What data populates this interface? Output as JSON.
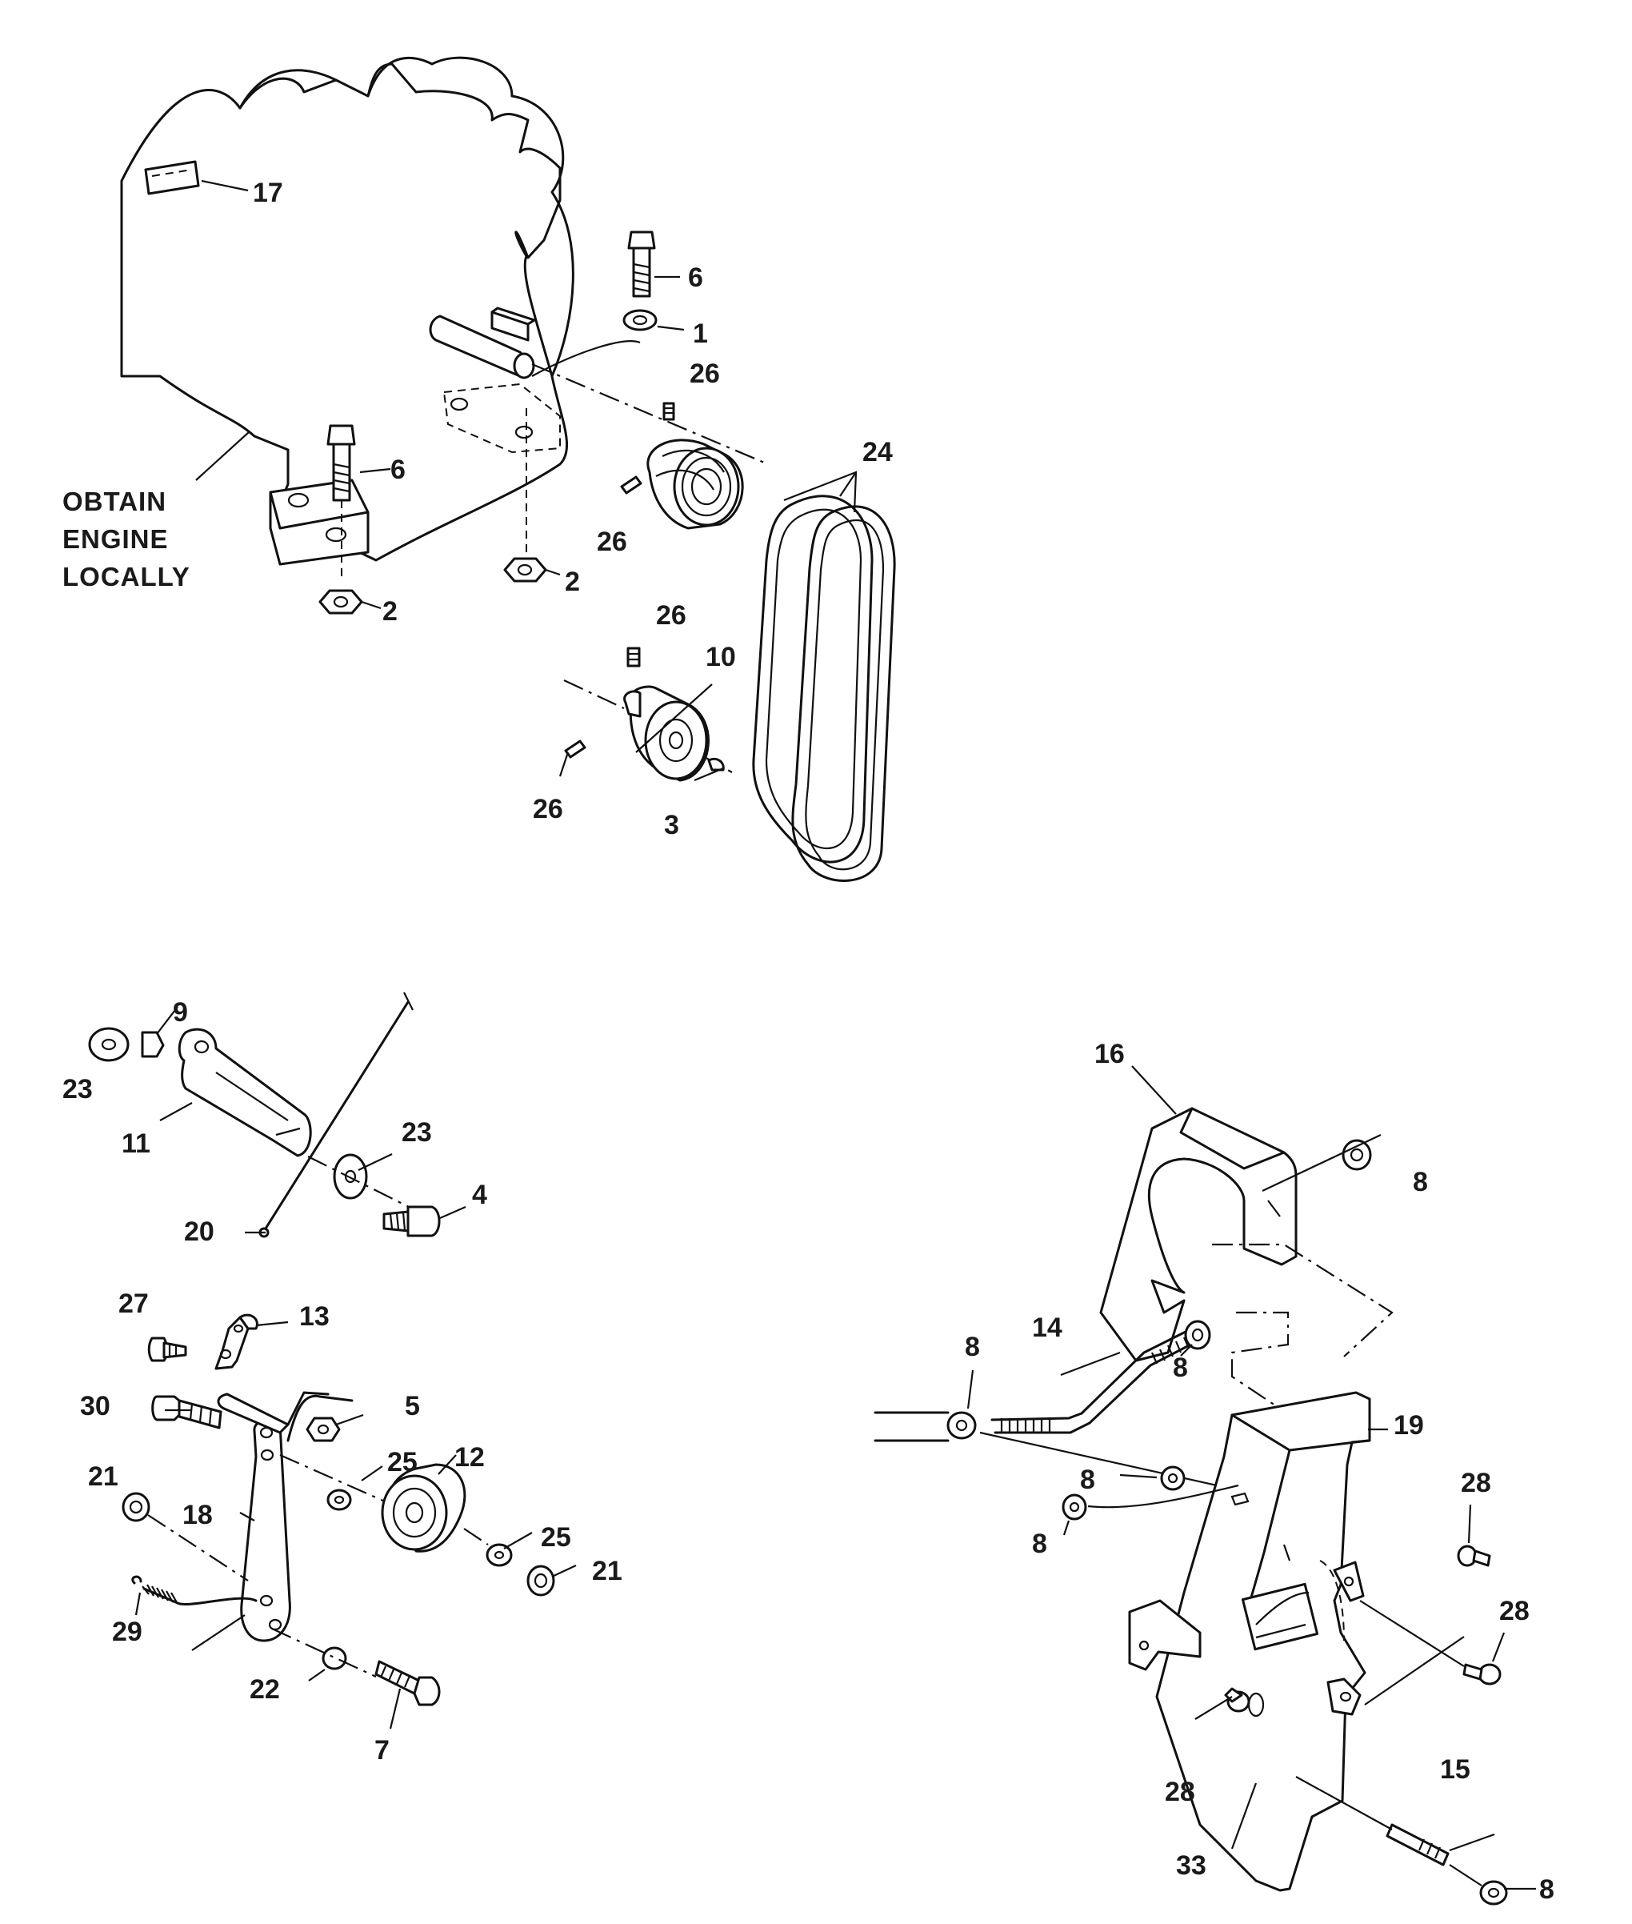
{
  "note": {
    "lines": [
      "OBTAIN",
      "ENGINE",
      "LOCALLY"
    ]
  },
  "callouts": {
    "c1": "1",
    "c2a": "2",
    "c2b": "2",
    "c3": "3",
    "c4": "4",
    "c5": "5",
    "c6a": "6",
    "c6b": "6",
    "c7": "7",
    "c8a": "8",
    "c8b": "8",
    "c8c": "8",
    "c8d": "8",
    "c8e": "8",
    "c8f": "8",
    "c9": "9",
    "c10": "10",
    "c11": "11",
    "c12": "12",
    "c13": "13",
    "c14": "14",
    "c15": "15",
    "c16": "16",
    "c17": "17",
    "c18": "18",
    "c19": "19",
    "c20": "20",
    "c21a": "21",
    "c21b": "21",
    "c22": "22",
    "c23a": "23",
    "c23b": "23",
    "c24": "24",
    "c25a": "25",
    "c25b": "25",
    "c26a": "26",
    "c26b": "26",
    "c26c": "26",
    "c26d": "26",
    "c27": "27",
    "c28a": "28",
    "c28b": "28",
    "c28c": "28",
    "c29": "29",
    "c30": "30",
    "c33": "33"
  }
}
